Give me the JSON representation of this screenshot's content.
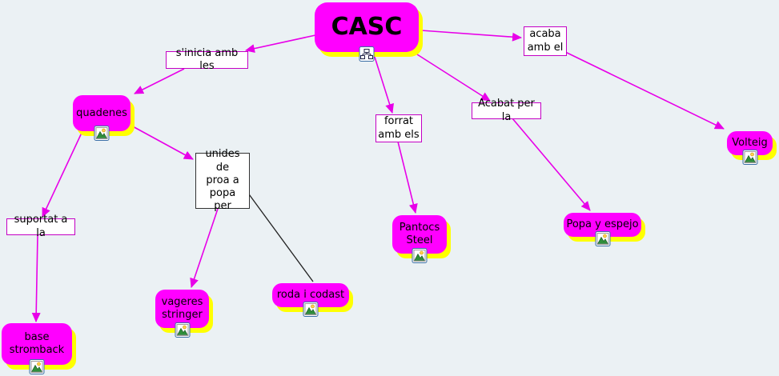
{
  "map": {
    "title": "CASC",
    "background_color": "#ebf1f4",
    "node_fill_color": "#ff00ff",
    "node_shadow_color": "#ffff00",
    "connector_color": "#e800e8",
    "alt_connector_color": "#000000",
    "label_border_color": "#c400c4"
  },
  "nodes": {
    "casc": {
      "label": "CASC",
      "icon": "sitemap-icon"
    },
    "quadenes": {
      "label": "quadenes",
      "icon": "image-icon"
    },
    "base_stromback": {
      "label": "base\nstromback",
      "icon": "image-icon"
    },
    "vageres_stringer": {
      "label": "vageres\nstringer",
      "icon": "image-icon"
    },
    "roda_i_codast": {
      "label": "roda i codast",
      "icon": "image-icon"
    },
    "pantocs_steel": {
      "label": "Pantocs\nSteel",
      "icon": "image-icon"
    },
    "popa_y_espejo": {
      "label": "Popa y espejo",
      "icon": "image-icon"
    },
    "volteig": {
      "label": "Volteig",
      "icon": "image-icon"
    }
  },
  "linking_phrases": {
    "sinicia": {
      "label": "s'inicia amb les"
    },
    "unides": {
      "label": "unides de\nproa a\npopa\nper"
    },
    "suportat": {
      "label": "suportat a la"
    },
    "forrat": {
      "label": "forrat\namb els"
    },
    "acabat": {
      "label": "Acabat per la"
    },
    "acaba": {
      "label": "acaba\namb el"
    }
  },
  "connections": [
    {
      "from": "casc",
      "to": "sinicia",
      "arrow": true
    },
    {
      "from": "sinicia",
      "to": "quadenes",
      "arrow": true
    },
    {
      "from": "quadenes",
      "to": "suportat",
      "arrow": true
    },
    {
      "from": "suportat",
      "to": "base_stromback",
      "arrow": true
    },
    {
      "from": "quadenes",
      "to": "unides",
      "arrow": true
    },
    {
      "from": "unides",
      "to": "vageres_stringer",
      "arrow": true
    },
    {
      "from": "unides",
      "to": "roda_i_codast",
      "arrow": false
    },
    {
      "from": "casc",
      "to": "forrat",
      "arrow": true
    },
    {
      "from": "forrat",
      "to": "pantocs_steel",
      "arrow": true
    },
    {
      "from": "casc",
      "to": "acabat",
      "arrow": true
    },
    {
      "from": "acabat",
      "to": "popa_y_espejo",
      "arrow": true
    },
    {
      "from": "casc",
      "to": "acaba",
      "arrow": true
    },
    {
      "from": "acaba",
      "to": "volteig",
      "arrow": true
    }
  ]
}
